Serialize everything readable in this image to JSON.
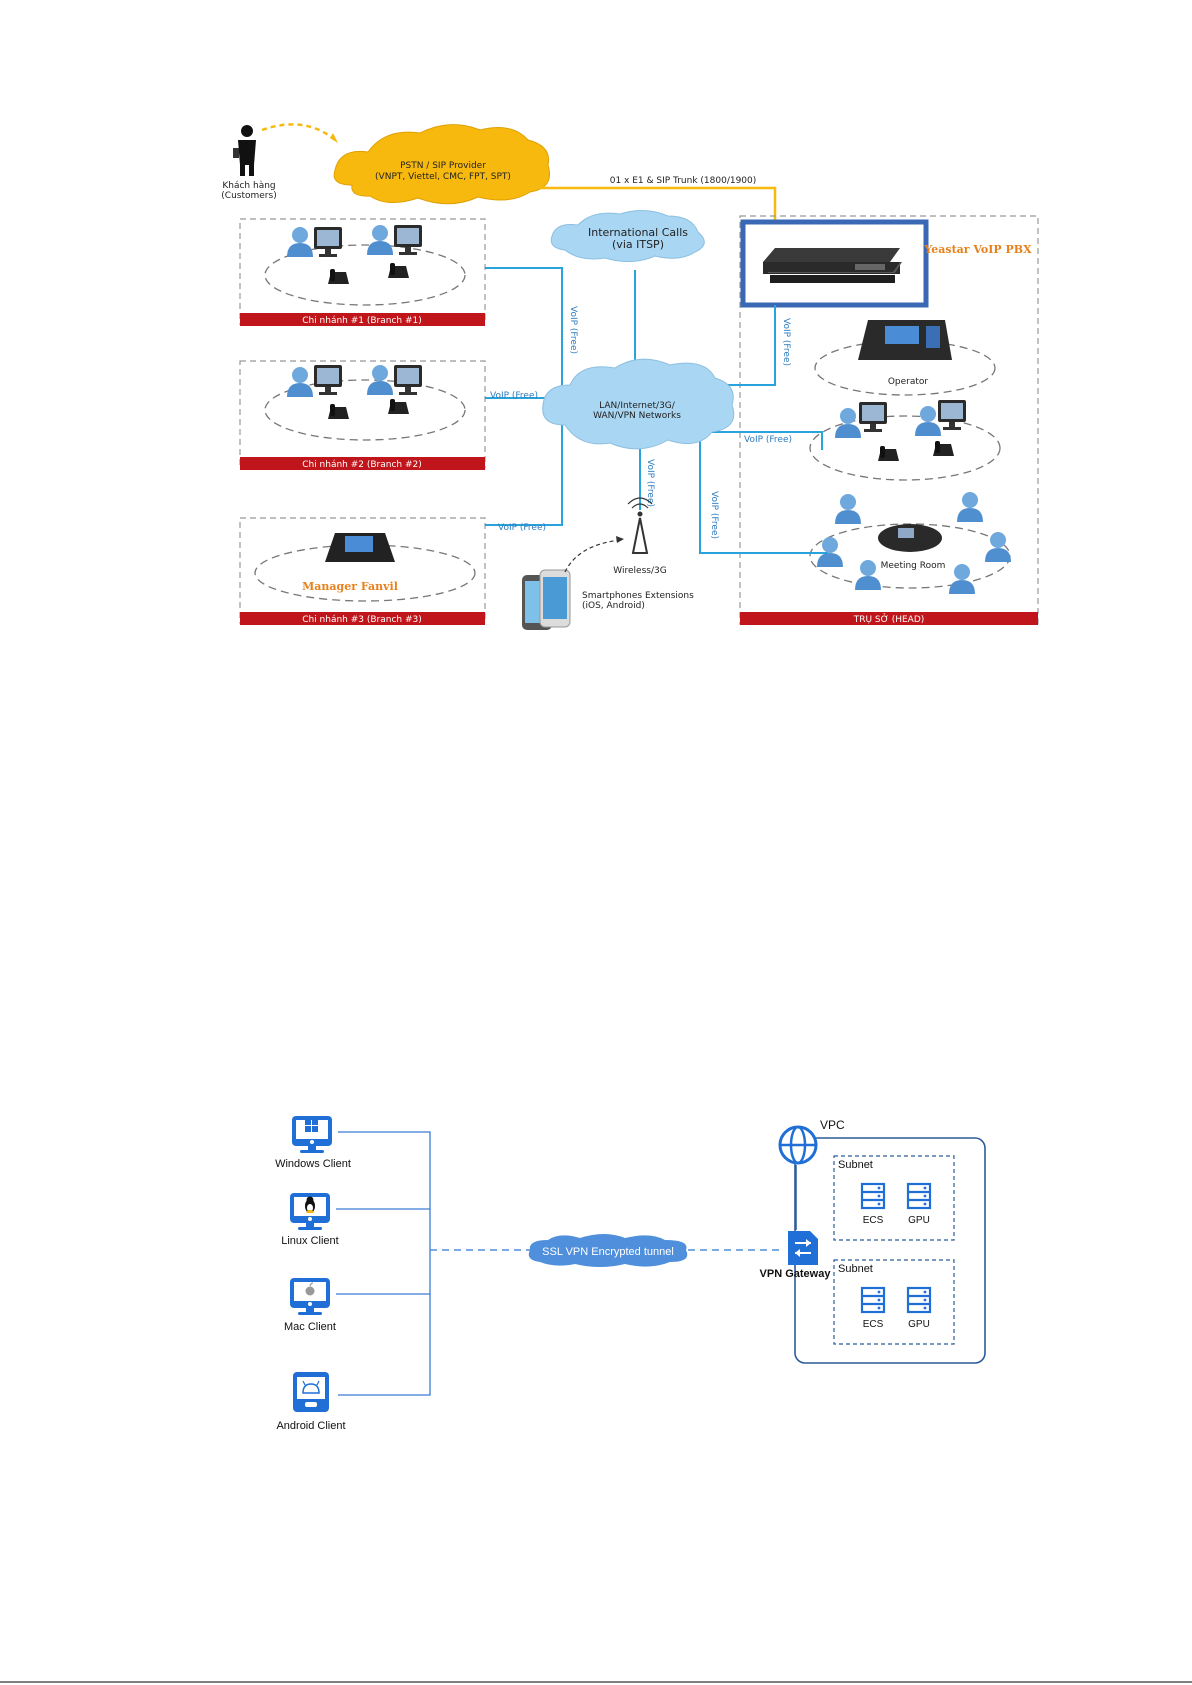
{
  "voip": {
    "customer_label_1": "Khách hàng",
    "customer_label_2": "(Customers)",
    "pstn_line1": "PSTN / SIP Provider",
    "pstn_line2": "(VNPT, Viettel, CMC, FPT, SPT)",
    "trunk_label": "01 x E1 & SIP Trunk (1800/1900)",
    "intl_line1": "International Calls",
    "intl_line2": "(via ITSP)",
    "lan_line1": "LAN/Internet/3G/",
    "lan_line2": "WAN/VPN Networks",
    "pbx_label": "Yeastar VoIP PBX",
    "branch1": "Chi nhánh #1 (Branch #1)",
    "branch2": "Chi nhánh #2 (Branch #2)",
    "branch3": "Chi nhánh #3 (Branch #3)",
    "head": "TRỤ SỞ (HEAD)",
    "manager": "Manager Fanvil",
    "operator": "Operator",
    "meeting": "Meeting Room",
    "wireless": "Wireless/3G",
    "smart_line1": "Smartphones Extensions",
    "smart_line2": "(iOS, Android)",
    "voip_free": "VoIP (Free)",
    "colors": {
      "cloud_blue": "#a9d6f2",
      "cloud_orange": "#f7b90e",
      "link_blue": "#29a3dc",
      "branch_red": "#c0161b",
      "pbx_frame": "#3b68b5"
    }
  },
  "vpn": {
    "clients": [
      "Windows Client",
      "Linux Client",
      "Mac Client",
      "Android Client"
    ],
    "tunnel": "SSL VPN Encrypted tunnel",
    "vpc": "VPC",
    "gateway": "VPN Gateway",
    "subnet": "Subnet",
    "ecs": "ECS",
    "gpu": "GPU",
    "colors": {
      "accent": "#1f6fd6",
      "line": "#3a7bd5",
      "tunnel": "#4f8fdc"
    }
  }
}
